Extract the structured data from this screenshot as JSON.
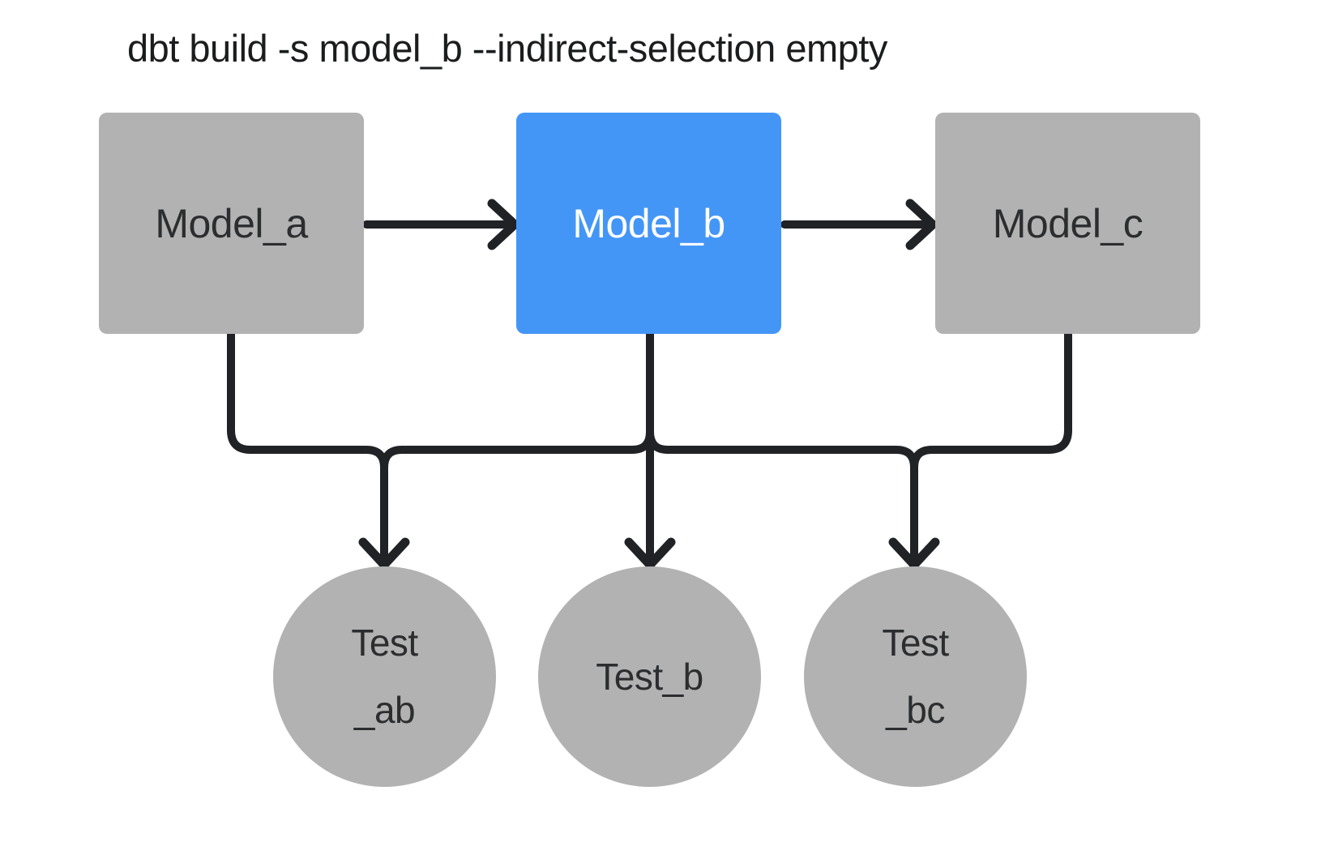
{
  "title": "dbt build -s model_b --indirect-selection empty",
  "colors": {
    "background": "#ffffff",
    "node_gray": "#b2b2b2",
    "selected_blue": "#4496f6",
    "edge_line": "#202226",
    "label_dark": "#2c2d2f",
    "label_on_blue": "#ffffff",
    "title_text": "#1b1c1e"
  },
  "models": [
    {
      "id": "model_a",
      "label": "Model_a",
      "selected": false
    },
    {
      "id": "model_b",
      "label": "Model_b",
      "selected": true
    },
    {
      "id": "model_c",
      "label": "Model_c",
      "selected": false
    }
  ],
  "tests": [
    {
      "id": "test_ab",
      "line1": "Test",
      "line2": "_ab"
    },
    {
      "id": "test_b",
      "line1": "Test_b",
      "line2": ""
    },
    {
      "id": "test_bc",
      "line1": "Test",
      "line2": "_bc"
    }
  ],
  "edges": [
    {
      "from": "model_a",
      "to": "model_b"
    },
    {
      "from": "model_b",
      "to": "model_c"
    },
    {
      "from": "model_a",
      "to": "test_ab"
    },
    {
      "from": "model_b",
      "to": "test_ab"
    },
    {
      "from": "model_b",
      "to": "test_b"
    },
    {
      "from": "model_b",
      "to": "test_bc"
    },
    {
      "from": "model_c",
      "to": "test_bc"
    }
  ]
}
